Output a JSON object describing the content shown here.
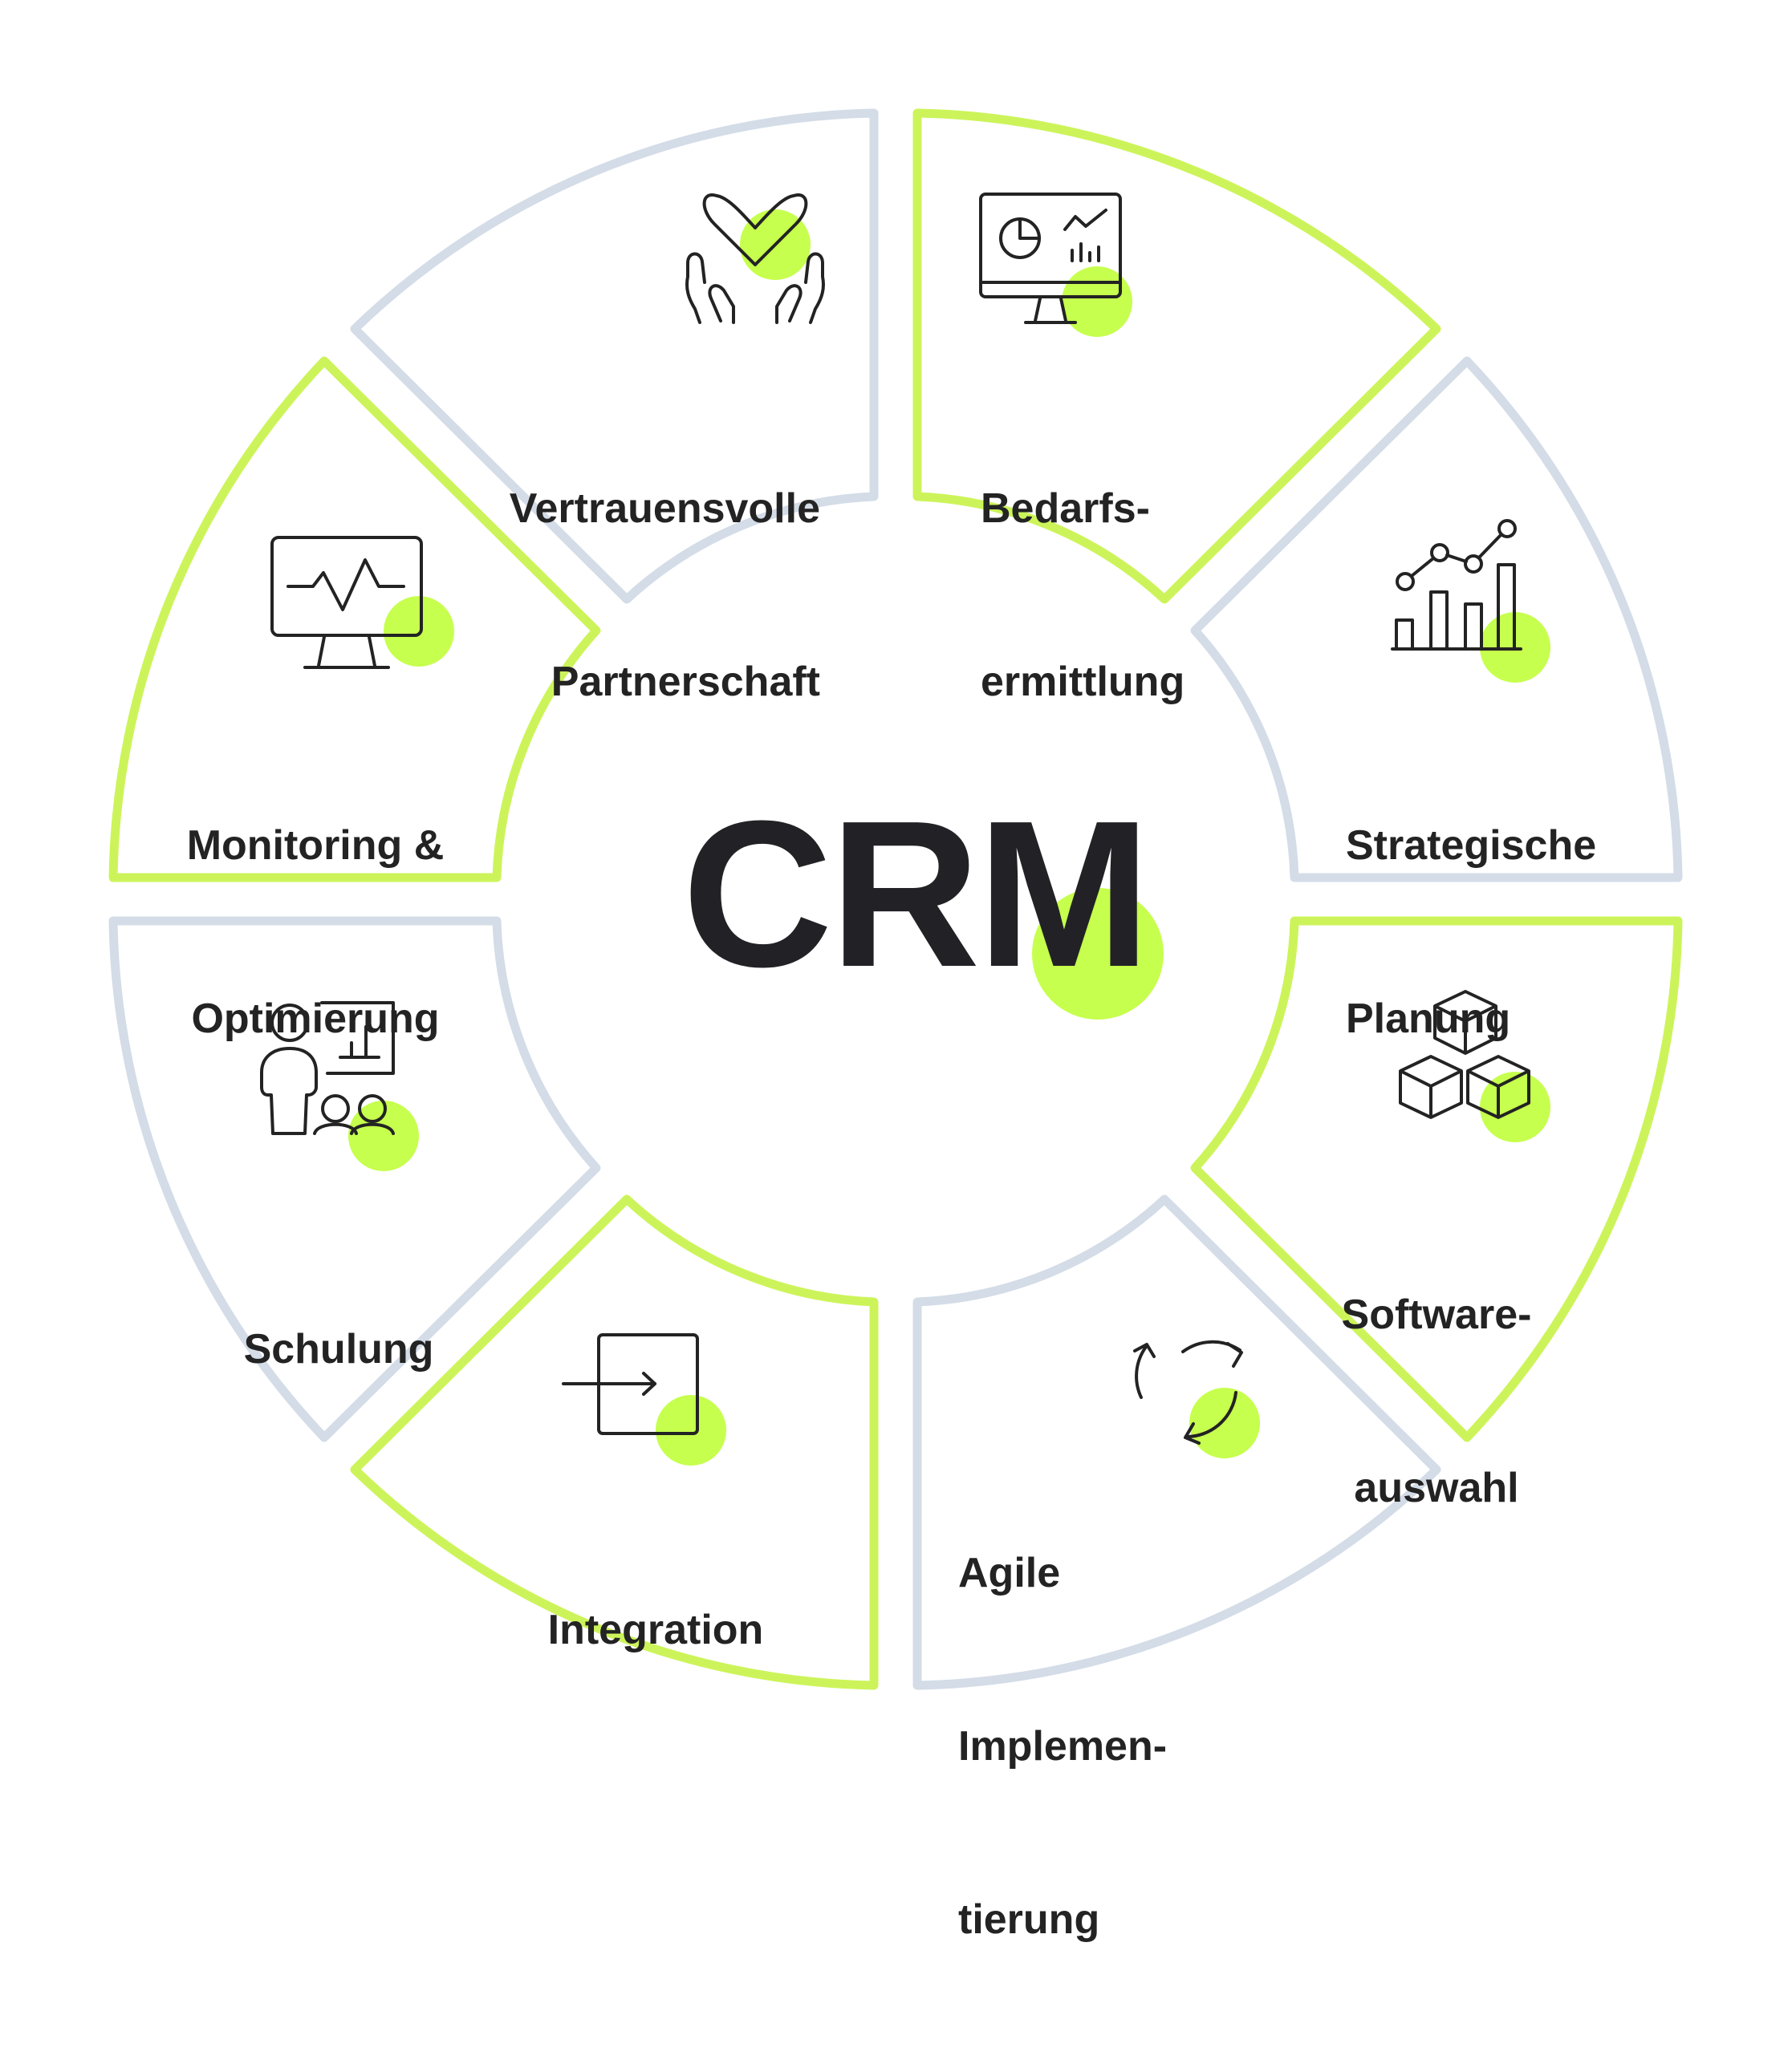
{
  "center": {
    "title": "CRM"
  },
  "colors": {
    "accent": "#c6ff4d",
    "accent_outline": "#ccf45a",
    "neutral_outline": "#d3dce7",
    "text": "#232323",
    "icon_stroke": "#232323"
  },
  "segments": [
    {
      "id": "partnerschaft",
      "icon": "hands-heart-icon",
      "outline": "neutral",
      "lines": [
        "Vertrauensvolle",
        "Partnerschaft"
      ]
    },
    {
      "id": "bedarfsermittlung",
      "icon": "monitor-dashboard-icon",
      "outline": "accent",
      "lines": [
        "Bedarfs-",
        "ermittlung"
      ]
    },
    {
      "id": "strategische-planung",
      "icon": "growth-chart-icon",
      "outline": "neutral",
      "lines": [
        "Strategische",
        "Planung"
      ]
    },
    {
      "id": "softwareauswahl",
      "icon": "cubes-icon",
      "outline": "accent",
      "lines": [
        "Software-",
        "auswahl"
      ]
    },
    {
      "id": "agile-implementierung",
      "icon": "cycle-arrows-icon",
      "outline": "neutral",
      "lines": [
        "Agile",
        "Implemen-",
        "tierung"
      ]
    },
    {
      "id": "integration",
      "icon": "enter-box-icon",
      "outline": "accent",
      "lines": [
        "Integration"
      ]
    },
    {
      "id": "schulung",
      "icon": "presentation-people-icon",
      "outline": "neutral",
      "lines": [
        "Schulung"
      ]
    },
    {
      "id": "monitoring",
      "icon": "monitor-pulse-icon",
      "outline": "accent",
      "lines": [
        "Monitoring &",
        "Optimierung"
      ]
    }
  ]
}
